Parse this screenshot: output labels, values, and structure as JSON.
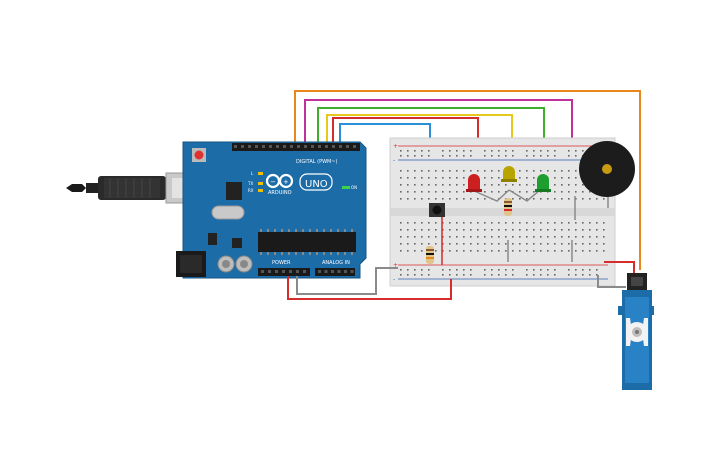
{
  "arduino": {
    "logo_text": "ARDUINO",
    "model": "UNO",
    "digital_label": "DIGITAL (PWM~)",
    "power_label": "POWER",
    "analog_label": "ANALOG IN",
    "on_label": "ON",
    "l_label": "L",
    "tx_label": "TX",
    "rx_label": "RX"
  },
  "breadboard": {
    "plus_label": "+",
    "minus_label": "-"
  },
  "leds": [
    {
      "name": "red",
      "color": "#cc1f1f"
    },
    {
      "name": "yellow",
      "color": "#b8a400"
    },
    {
      "name": "green",
      "color": "#1e9e2e"
    }
  ],
  "wire_colors": {
    "orange": "#e8881a",
    "magenta": "#c0309a",
    "green": "#3fae2a",
    "yellow": "#e7c81d",
    "blue": "#2a8fd6",
    "red": "#d62c2c",
    "gray": "#8a8a8a",
    "black": "#222222"
  },
  "components": {
    "buzzer": "piezo-buzzer",
    "servo": "micro-servo",
    "button": "pushbutton",
    "resistors": 2
  }
}
